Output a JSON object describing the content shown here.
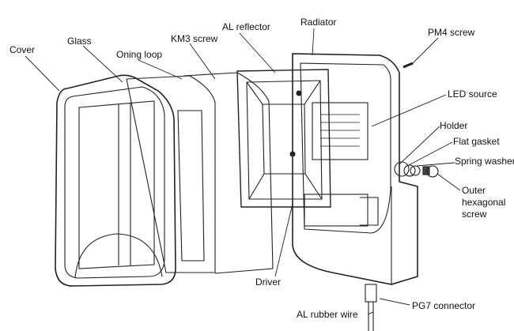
{
  "labels": {
    "cover": "Cover",
    "glass": "Glass",
    "oning_loop": "Oning loop",
    "km3_screw": "KM3 screw",
    "al_reflector": "AL reflector",
    "radiator": "Radiator",
    "pm4_screw": "PM4 screw",
    "led_source": "LED source",
    "holder": "Holder",
    "flat_gasket": "Flat gasket",
    "spring_washer": "Spring washer",
    "outer_hexagonal_screw": "Outer hexagonal screw",
    "driver": "Driver",
    "al_rubber_wire": "AL rubber wire",
    "pg7_connector": "PG7 connector"
  }
}
